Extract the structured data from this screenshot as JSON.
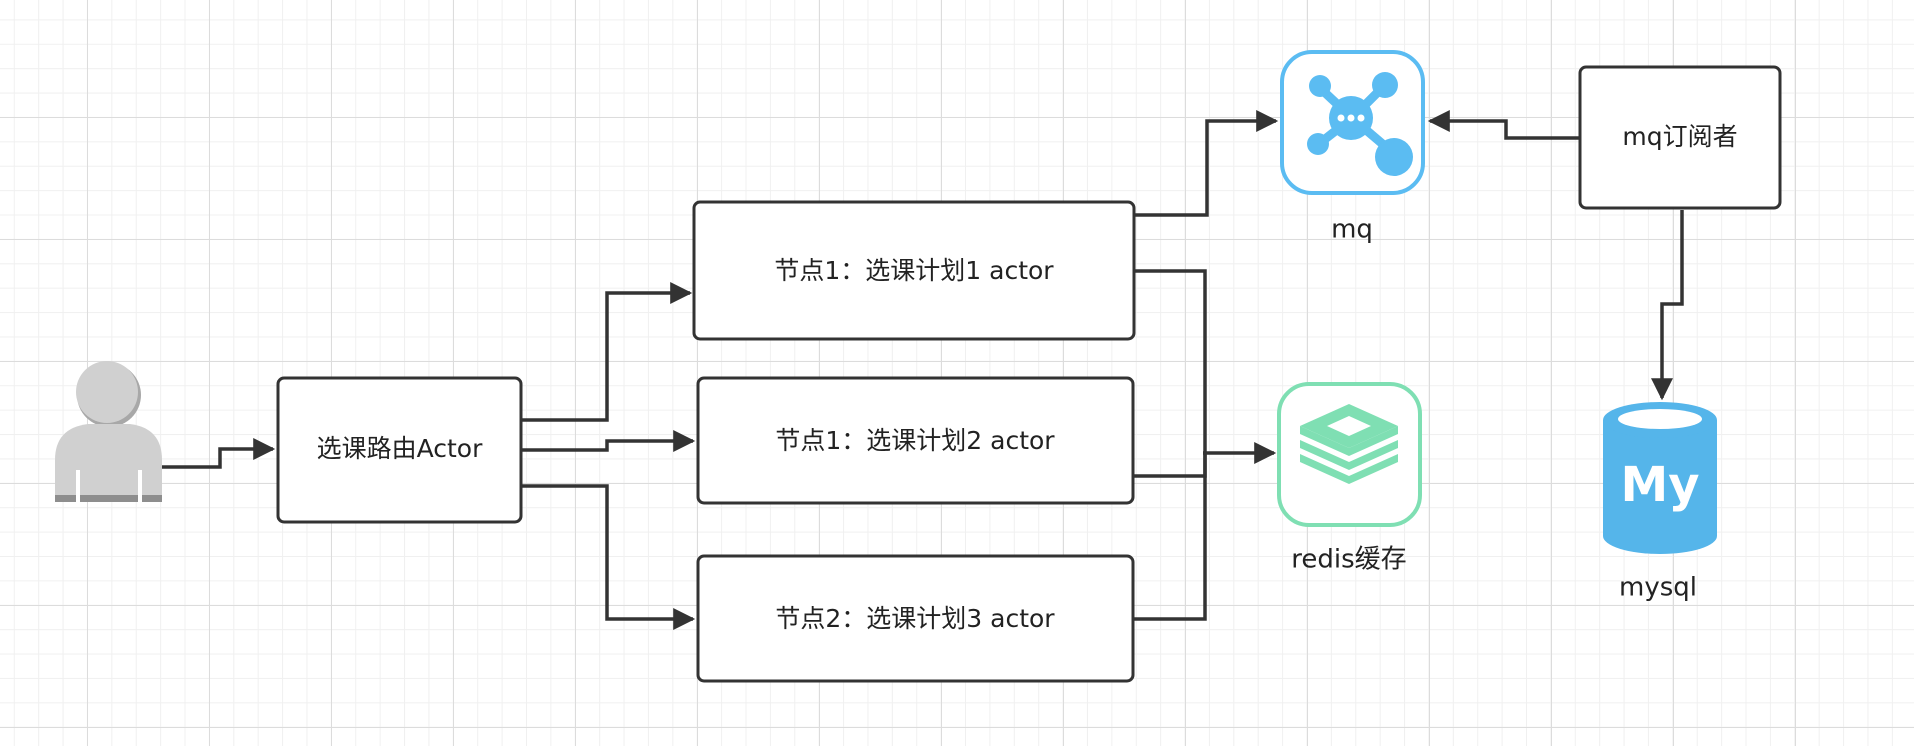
{
  "nodes": {
    "user": "",
    "router": "选课路由Actor",
    "node1": "节点1：选课计划1 actor",
    "node2": "节点1：选课计划2 actor",
    "node3": "节点2：选课计划3 actor",
    "mq": "mq",
    "redis": "redis缓存",
    "subscriber": "mq订阅者",
    "mysql": "mysql"
  },
  "icons": {
    "user": "user-icon",
    "mq": "message-queue-icon",
    "redis": "redis-icon",
    "mysql": "mysql-icon"
  },
  "mysql_logo_text": "My",
  "colors": {
    "box_stroke": "#333333",
    "edge": "#333333",
    "mq_icon": "#5bbcf2",
    "redis_icon": "#7fdfb3",
    "mysql_icon": "#55b5ea",
    "user_icon": "#c8c8c8"
  }
}
